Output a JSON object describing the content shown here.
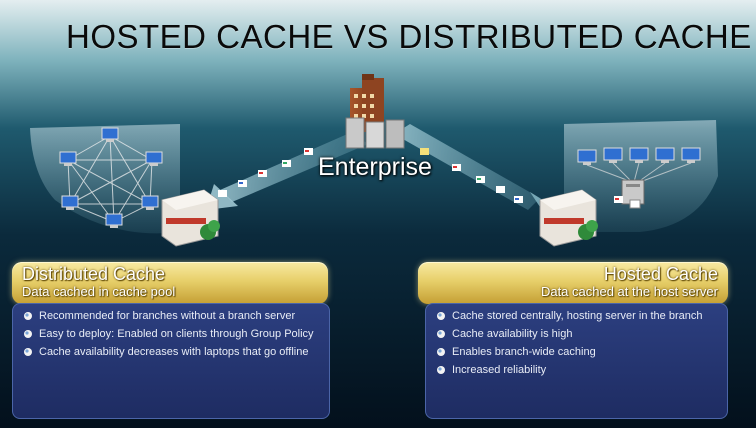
{
  "title": "HOSTED CACHE VS DISTRIBUTED CACHE",
  "center_label": "Enterprise",
  "distributed": {
    "heading": "Distributed Cache",
    "subheading": "Data cached in cache pool",
    "bullets": [
      "Recommended for branches without a branch server",
      "Easy to deploy: Enabled on clients through Group Policy",
      "Cache availability decreases with laptops that go offline"
    ]
  },
  "hosted": {
    "heading": "Hosted Cache",
    "subheading": "Data cached at the host server",
    "bullets": [
      "Cache stored centrally, hosting server in the branch",
      "Cache availability is high",
      "Enables branch-wide caching",
      "Increased reliability"
    ]
  },
  "icons": {
    "building": "office-building-icon",
    "server": "server-icon",
    "computer": "desktop-computer-icon",
    "document": "document-icon",
    "branch": "branch-office-icon",
    "bullet": "bullet-icon"
  }
}
